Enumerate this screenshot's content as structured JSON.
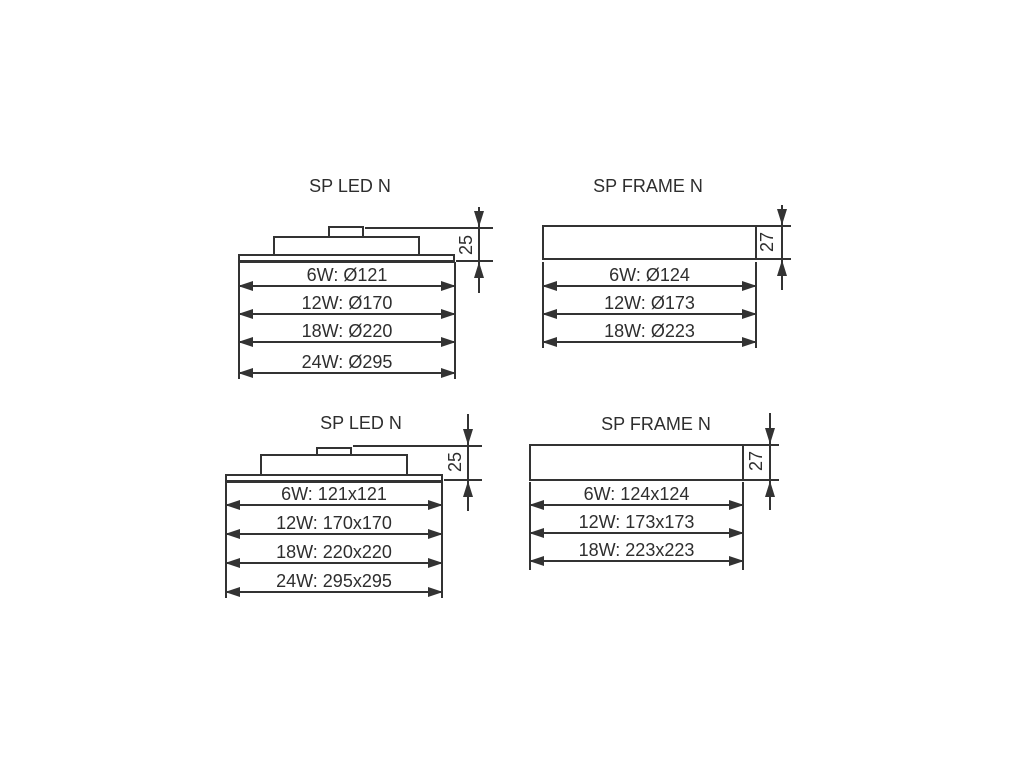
{
  "drawing": {
    "panels": [
      {
        "id": "led-round",
        "title": "SP LED N",
        "height_label": "25",
        "rows": [
          "6W: Ø121",
          "12W: Ø170",
          "18W: Ø220",
          "24W: Ø295"
        ]
      },
      {
        "id": "frame-round",
        "title": "SP FRAME N",
        "height_label": "27",
        "rows": [
          "6W: Ø124",
          "12W: Ø173",
          "18W: Ø223"
        ]
      },
      {
        "id": "led-square",
        "title": "SP LED N",
        "height_label": "25",
        "rows": [
          "6W: 121x121",
          "12W: 170x170",
          "18W: 220x220",
          "24W: 295x295"
        ]
      },
      {
        "id": "frame-square",
        "title": "SP FRAME N",
        "height_label": "27",
        "rows": [
          "6W: 124x124",
          "12W: 173x173",
          "18W: 223x223"
        ]
      }
    ],
    "colors": {
      "line": "#333333",
      "text": "#2e2e2e",
      "background": "#ffffff"
    }
  }
}
